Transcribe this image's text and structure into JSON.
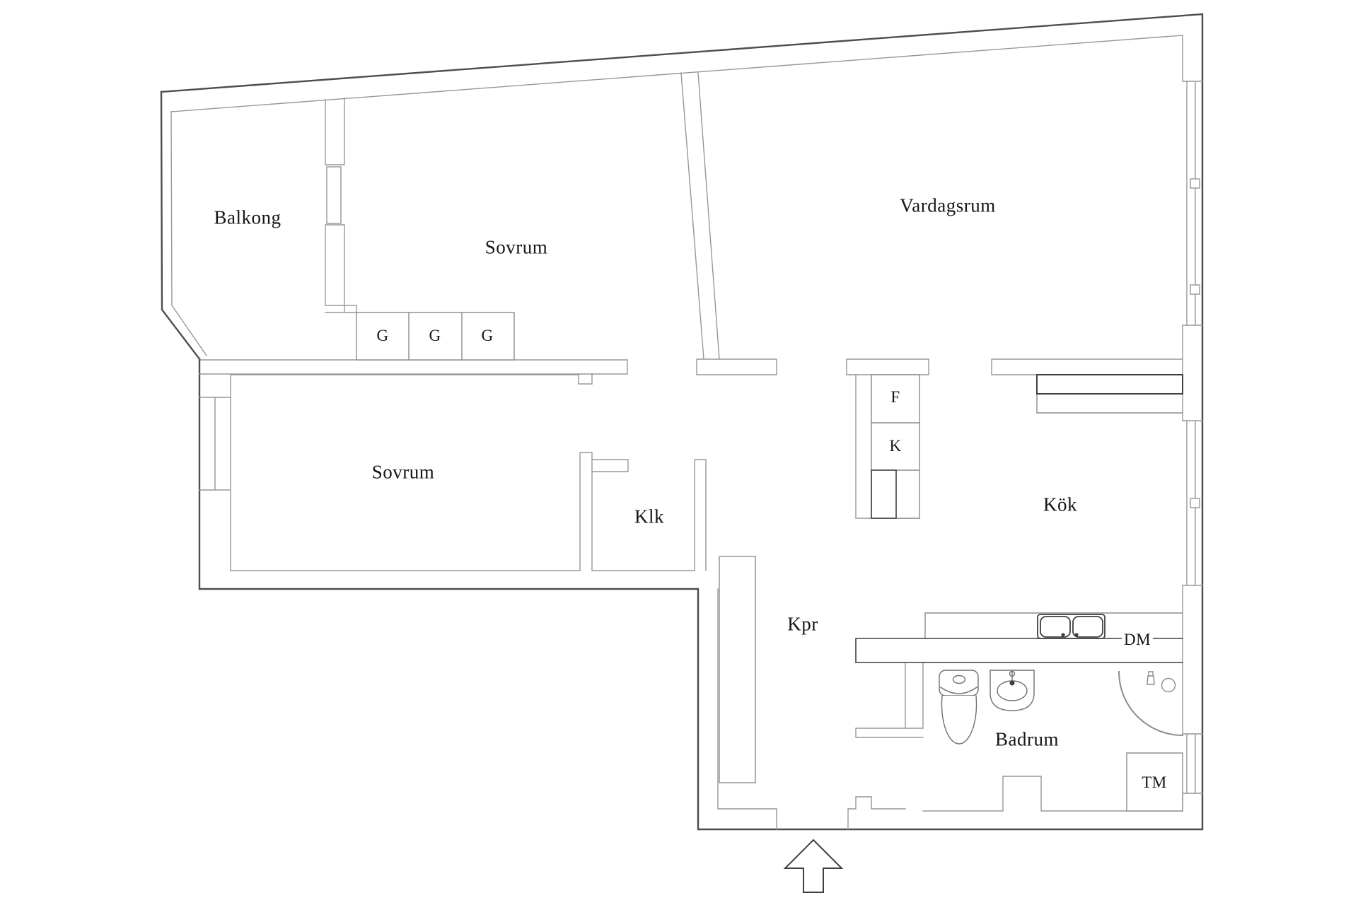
{
  "title": "Apartment floor plan",
  "labels": {
    "balkong": "Balkong",
    "sovrum_upper": "Sovrum",
    "vardagsrum": "Vardagsrum",
    "sovrum_lower": "Sovrum",
    "klk": "Klk",
    "kpr": "Kpr",
    "kok": "Kök",
    "badrum": "Badrum",
    "tm": "TM",
    "dm": "DM",
    "f": "F",
    "k": "K",
    "g1": "G",
    "g2": "G",
    "g3": "G"
  },
  "icons": {
    "entrance_arrow": "arrow-up-entrance",
    "toilet": "toilet-top-view",
    "hand_sink": "wash-basin-top-view",
    "kitchen_sink": "double-bowl-sink-top-view",
    "shower_door": "quarter-circle-shower-door",
    "window_sash": "window-sash-square"
  },
  "colors": {
    "wall_dark": "#4d4d4d",
    "wall_light": "#979797",
    "fixture": "#8b8b8b",
    "fixture_dark": "#3f3f3f",
    "text": "#161616"
  }
}
